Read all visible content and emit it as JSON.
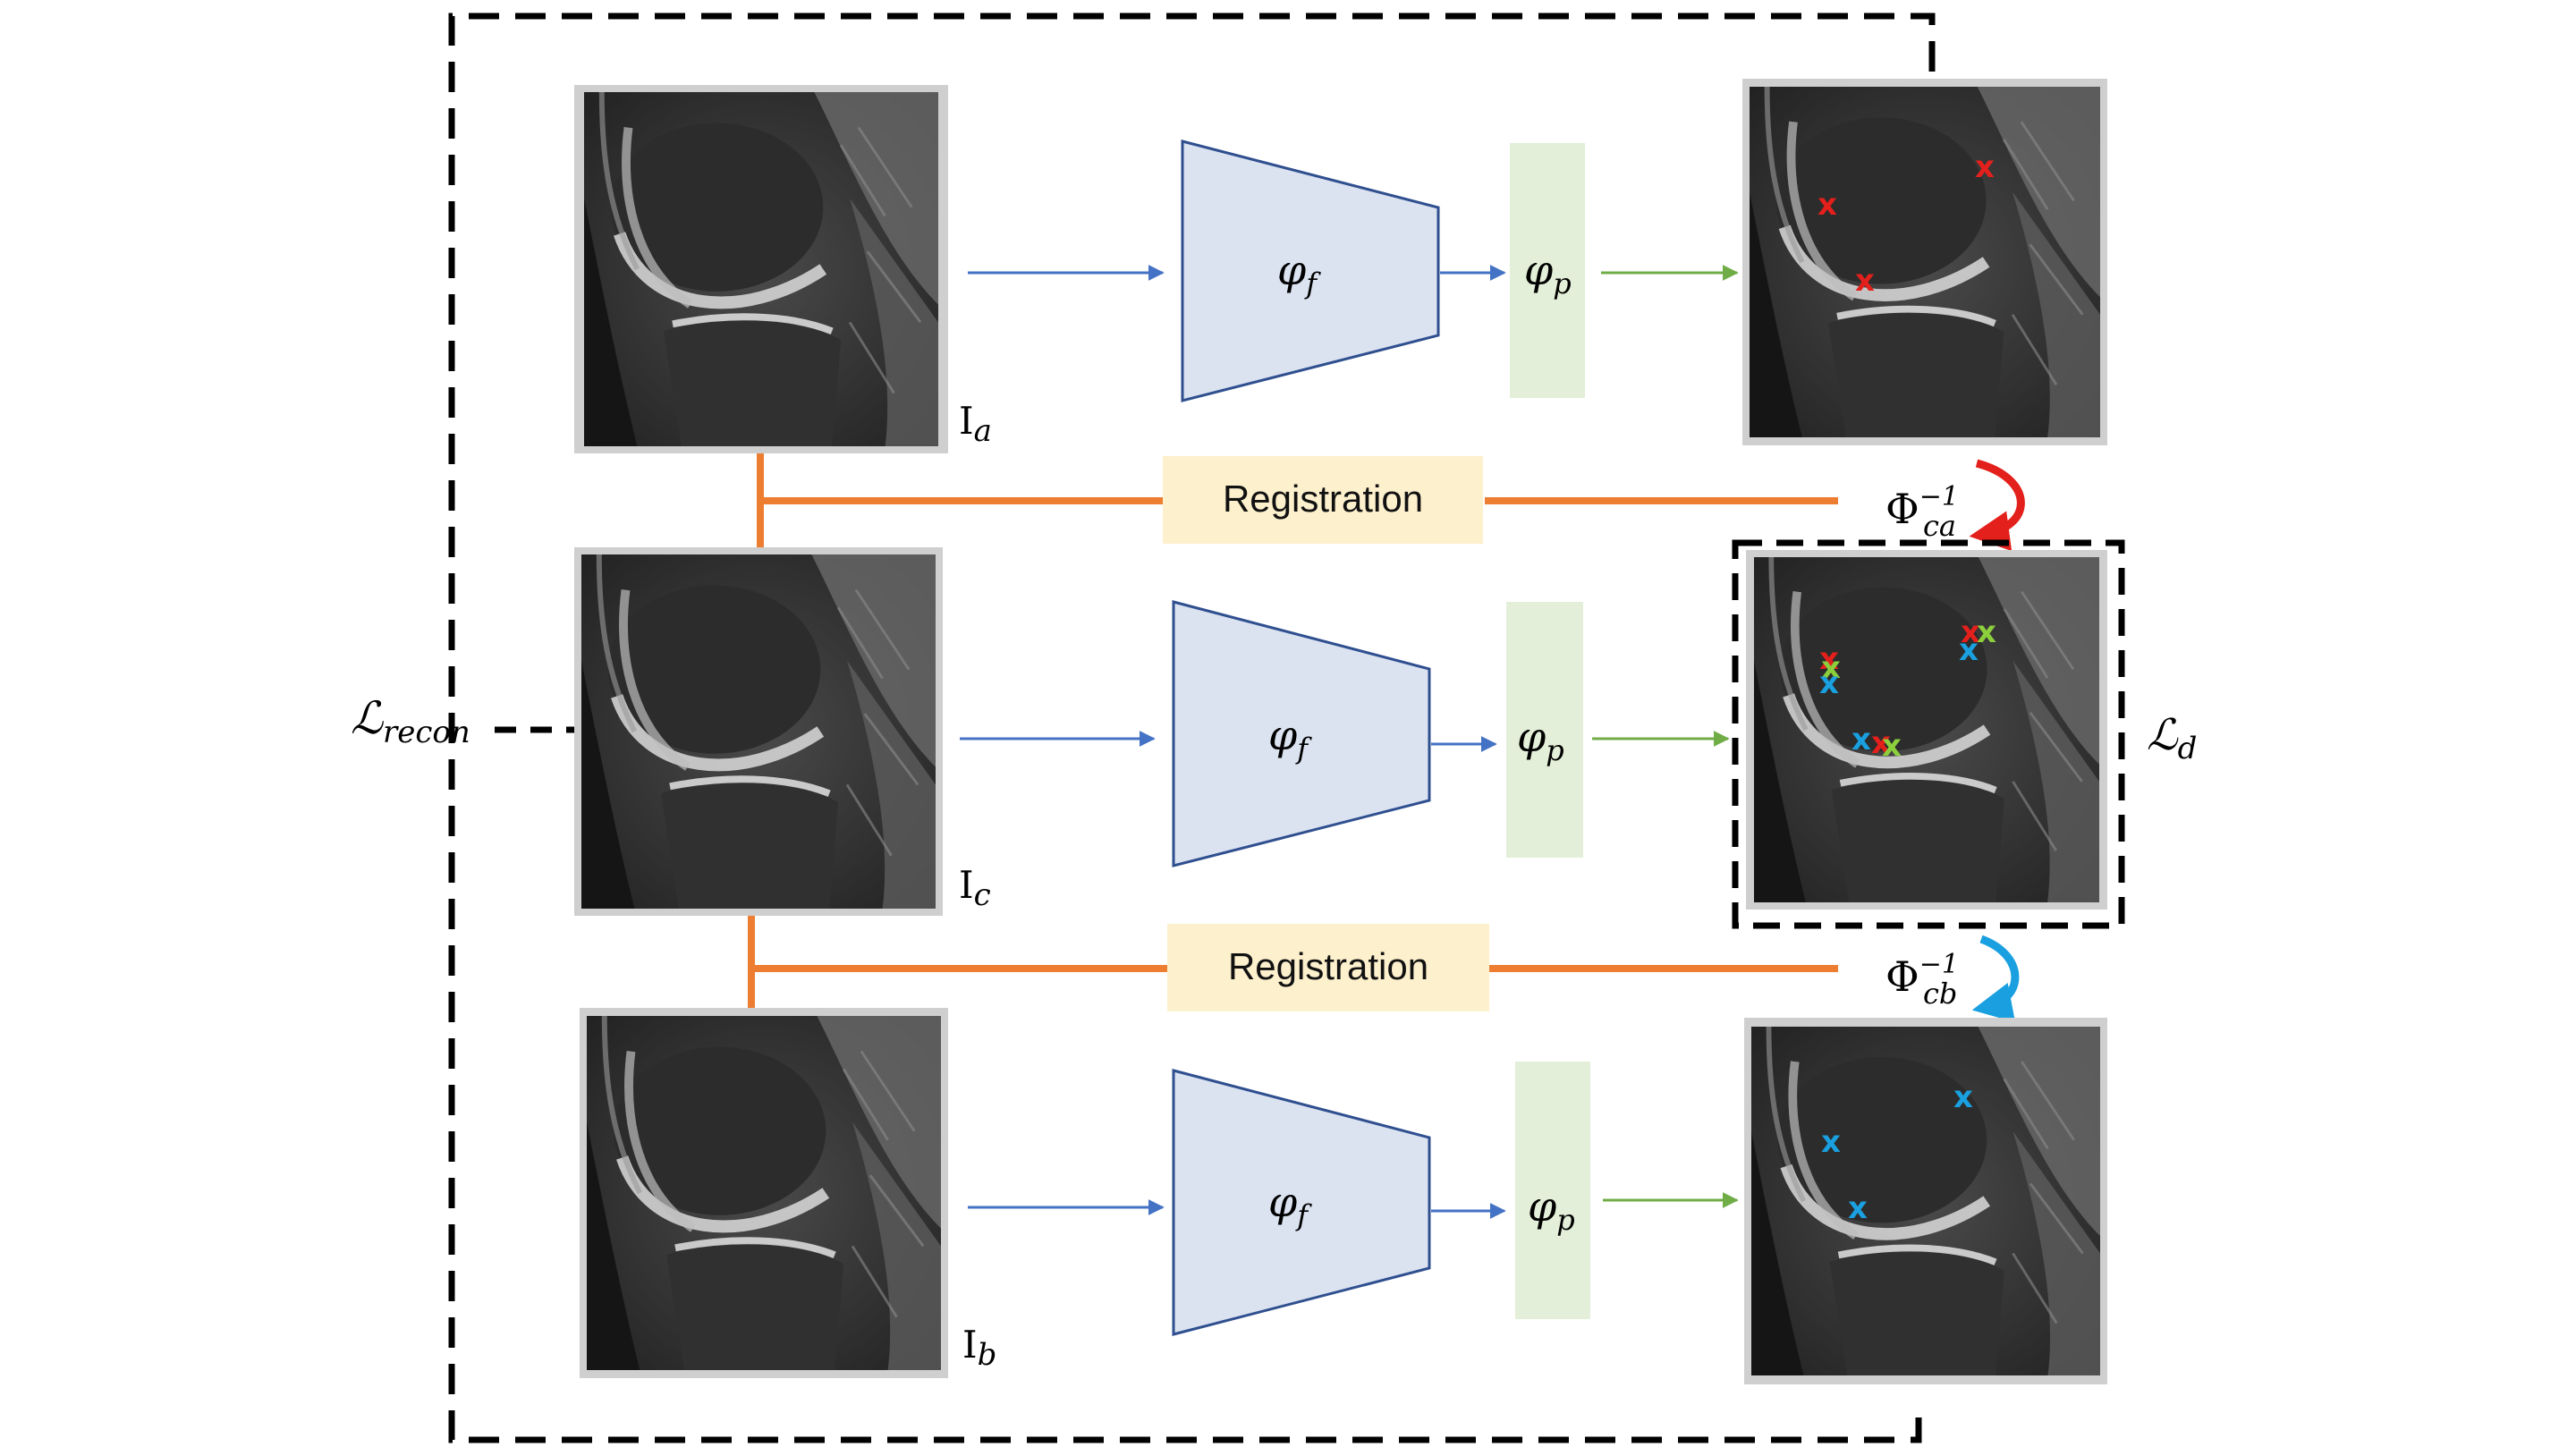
{
  "colors": {
    "encoder_fill": "#dbe3f1",
    "encoder_stroke": "#2f4f8f",
    "projector_fill": "#e3efd8",
    "registration_fill": "#fdf0cd",
    "registration_line": "#ed7d31",
    "arrow_blue": "#4472c4",
    "arrow_green": "#70ad47",
    "marker_red": "#e3201b",
    "marker_blue": "#1aa0e0",
    "marker_green": "#8ccf3c",
    "phi_ca_arrow": "#e3201b",
    "phi_cb_arrow": "#1aa0e0",
    "dashed_border": "#000000"
  },
  "images": {
    "a": {
      "label_main": "I",
      "label_sub": "a"
    },
    "c": {
      "label_main": "I",
      "label_sub": "c"
    },
    "b": {
      "label_main": "I",
      "label_sub": "b"
    }
  },
  "encoder": {
    "symbol": "φ",
    "sub": "f"
  },
  "projector": {
    "symbol": "φ",
    "sub": "p"
  },
  "registration": {
    "label": "Registration"
  },
  "transforms": {
    "ca": {
      "symbol": "Φ",
      "sub": "ca",
      "sup": "−1"
    },
    "cb": {
      "symbol": "Φ",
      "sub": "cb",
      "sup": "−1"
    }
  },
  "losses": {
    "recon": {
      "symbol": "ℒ",
      "sub": "recon"
    },
    "d": {
      "symbol": "ℒ",
      "sub": "d"
    }
  },
  "markers": {
    "a": "red",
    "b": "blue",
    "combined": [
      "red",
      "green",
      "blue"
    ]
  }
}
